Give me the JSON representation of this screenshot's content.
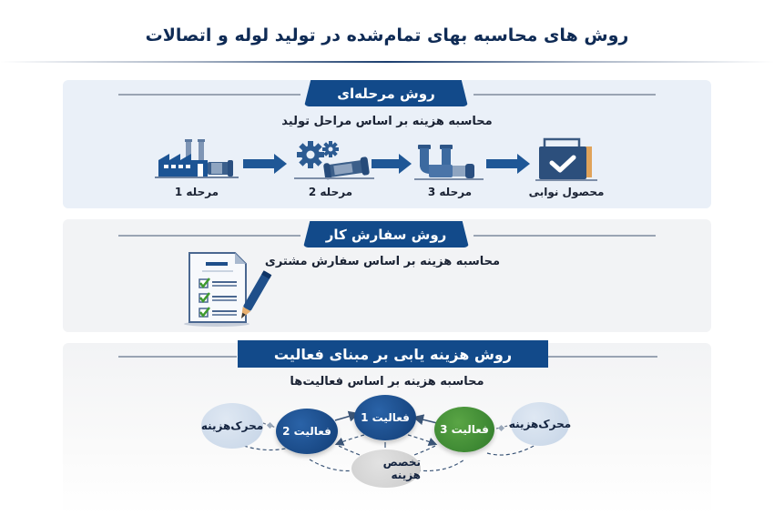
{
  "title": "روش های محاسبه بهای تمام‌شده در تولید لوله و اتصالات",
  "colors": {
    "primary_blue": "#124a8a",
    "dark_navy": "#0f2b55",
    "green": "#3f8c33",
    "panel_bg_1": "#eaf0f8",
    "panel_bg_2": "#f2f3f5",
    "accent_orange": "#e0a35a"
  },
  "sections": [
    {
      "heading": "روش مرحله‌ای",
      "subtitle": "محاسبه  هزینه بر اساس مراحل تولید",
      "steps": [
        {
          "label": "مرحله 1",
          "icon": "factory-icon"
        },
        {
          "label": "مرحله 2",
          "icon": "gears-pipe-icon"
        },
        {
          "label": "مرحله 3",
          "icon": "pipe-fittings-icon"
        },
        {
          "label": "محصول نوابی",
          "icon": "finished-product-check-icon"
        }
      ]
    },
    {
      "heading": "روش سفارش کار",
      "subtitle": "محاسبه هزینه بر اساس سفارش مشتری",
      "icon": "checklist-pencil-icon"
    },
    {
      "heading": "روش هزینه یابی بر مبنای فعالیت",
      "subtitle": "محاسبه هزینه بر اساس فعالیت‌ها",
      "nodes": {
        "activity_1": "فعالیت 1",
        "activity_2": "فعالیت 2",
        "activity_3": "فعالیت 3",
        "cost_driver_left": "محرک‌هزینه",
        "cost_driver_right": "محرک‌هزینه",
        "cost_allocation": "تخصص هزینه"
      }
    }
  ]
}
